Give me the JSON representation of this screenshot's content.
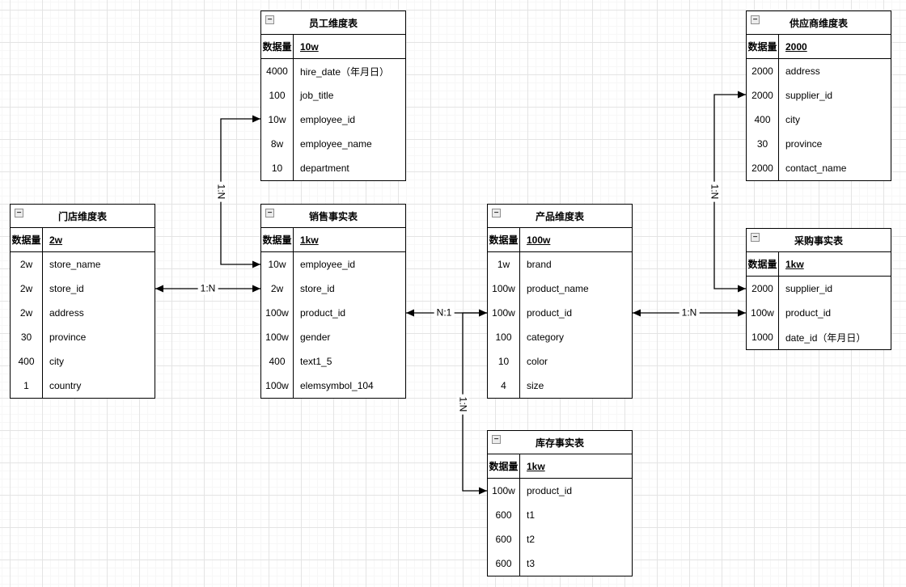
{
  "icons": {
    "collapse_minus": "−"
  },
  "diagram": {
    "tables": [
      {
        "id": "employee",
        "title": "员工维度表",
        "header": {
          "label": "数据量",
          "value": "10w"
        },
        "rows": [
          {
            "count": "4000",
            "field": "hire_date（年月日）"
          },
          {
            "count": "100",
            "field": "job_title"
          },
          {
            "count": "10w",
            "field": "employee_id"
          },
          {
            "count": "8w",
            "field": "employee_name"
          },
          {
            "count": "10",
            "field": "department"
          }
        ]
      },
      {
        "id": "supplier",
        "title": "供应商维度表",
        "header": {
          "label": "数据量",
          "value": "2000"
        },
        "rows": [
          {
            "count": "2000",
            "field": "address"
          },
          {
            "count": "2000",
            "field": "supplier_id"
          },
          {
            "count": "400",
            "field": "city"
          },
          {
            "count": "30",
            "field": "province"
          },
          {
            "count": "2000",
            "field": "contact_name"
          }
        ]
      },
      {
        "id": "store",
        "title": "门店维度表",
        "header": {
          "label": "数据量",
          "value": "2w"
        },
        "rows": [
          {
            "count": "2w",
            "field": "store_name"
          },
          {
            "count": "2w",
            "field": "store_id"
          },
          {
            "count": "2w",
            "field": "address"
          },
          {
            "count": "30",
            "field": "province"
          },
          {
            "count": "400",
            "field": "city"
          },
          {
            "count": "1",
            "field": "country"
          }
        ]
      },
      {
        "id": "sales",
        "title": "销售事实表",
        "header": {
          "label": "数据量",
          "value": "1kw"
        },
        "rows": [
          {
            "count": "10w",
            "field": "employee_id"
          },
          {
            "count": "2w",
            "field": "store_id"
          },
          {
            "count": "100w",
            "field": "product_id"
          },
          {
            "count": "100w",
            "field": "gender"
          },
          {
            "count": "400",
            "field": "text1_5"
          },
          {
            "count": "100w",
            "field": "elemsymbol_104"
          }
        ]
      },
      {
        "id": "product",
        "title": "产品维度表",
        "header": {
          "label": "数据量",
          "value": "100w"
        },
        "rows": [
          {
            "count": "1w",
            "field": "brand"
          },
          {
            "count": "100w",
            "field": "product_name"
          },
          {
            "count": "100w",
            "field": "product_id"
          },
          {
            "count": "100",
            "field": "category"
          },
          {
            "count": "10",
            "field": "color"
          },
          {
            "count": "4",
            "field": "size"
          }
        ]
      },
      {
        "id": "purchase",
        "title": "采购事实表",
        "header": {
          "label": "数据量",
          "value": "1kw"
        },
        "rows": [
          {
            "count": "2000",
            "field": "supplier_id"
          },
          {
            "count": "100w",
            "field": "product_id"
          },
          {
            "count": "1000",
            "field": "date_id（年月日）"
          }
        ]
      },
      {
        "id": "inventory",
        "title": "库存事实表",
        "header": {
          "label": "数据量",
          "value": "1kw"
        },
        "rows": [
          {
            "count": "100w",
            "field": "product_id"
          },
          {
            "count": "600",
            "field": "t1"
          },
          {
            "count": "600",
            "field": "t2"
          },
          {
            "count": "600",
            "field": "t3"
          }
        ]
      }
    ],
    "edges": [
      {
        "id": "employee-sales",
        "label": "1:N"
      },
      {
        "id": "store-sales",
        "label": "1:N"
      },
      {
        "id": "sales-product",
        "label": "N:1"
      },
      {
        "id": "product-purchase",
        "label": "1:N"
      },
      {
        "id": "supplier-purchase",
        "label": "1:N"
      },
      {
        "id": "product-inventory",
        "label": "1:N"
      }
    ],
    "colors": {
      "line": "#000000",
      "table_bg": "#ffffff",
      "grid_major": "#e4e4e4",
      "grid_minor": "#f7f7f7"
    }
  }
}
